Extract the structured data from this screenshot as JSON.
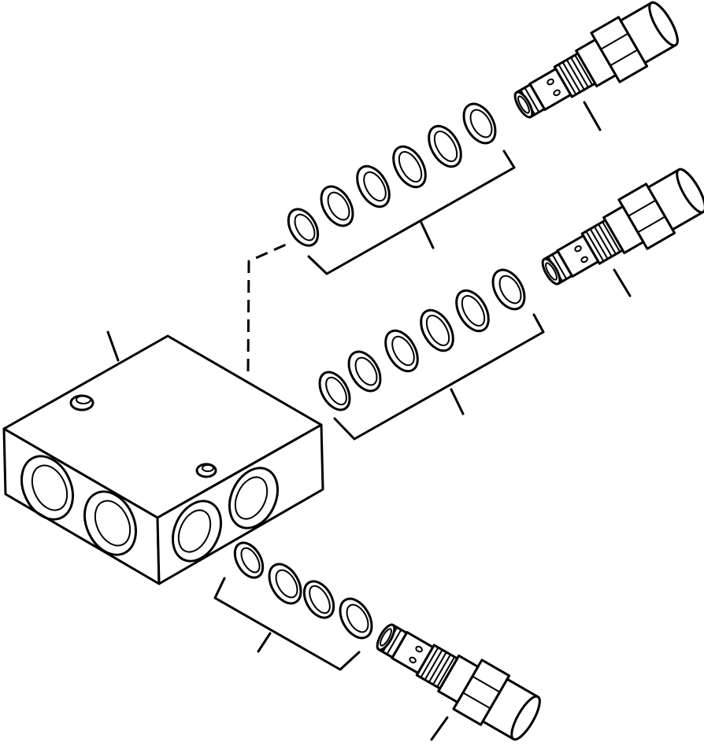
{
  "diagram": {
    "kind": "exploded-parts-view",
    "parts": [
      {
        "id": "valve-block",
        "label": ""
      },
      {
        "id": "cartridge-upper",
        "label": ""
      },
      {
        "id": "cartridge-middle",
        "label": ""
      },
      {
        "id": "cartridge-lower",
        "label": ""
      },
      {
        "id": "seal-kit-upper",
        "label": ""
      },
      {
        "id": "seal-kit-middle",
        "label": ""
      },
      {
        "id": "seal-kit-lower",
        "label": ""
      }
    ]
  }
}
